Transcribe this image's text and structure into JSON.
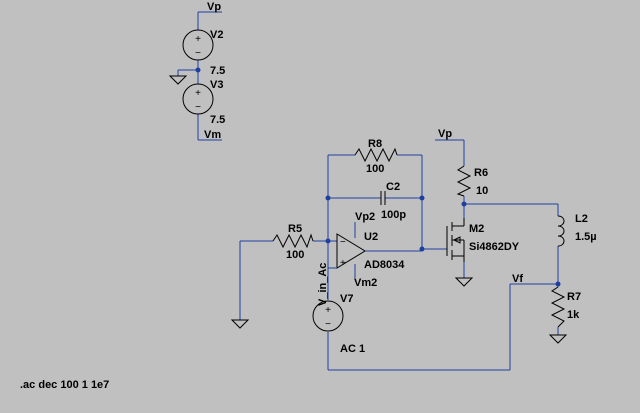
{
  "nets": {
    "vp": "Vp",
    "vm": "Vm",
    "vp2": "Vp2",
    "vm2": "Vm2",
    "vin": "V_in_Ac",
    "vf": "Vf"
  },
  "components": {
    "v2": {
      "ref": "V2",
      "value": "7.5"
    },
    "v3": {
      "ref": "V3",
      "value": "7.5"
    },
    "r8": {
      "ref": "R8",
      "value": "100"
    },
    "c2": {
      "ref": "C2",
      "value": "100p"
    },
    "r5": {
      "ref": "R5",
      "value": "100"
    },
    "u2": {
      "ref": "U2",
      "value": "AD8034"
    },
    "m2": {
      "ref": "M2",
      "value": "Si4862DY"
    },
    "r6": {
      "ref": "R6",
      "value": "10"
    },
    "l2": {
      "ref": "L2",
      "value": "1.5µ"
    },
    "r7": {
      "ref": "R7",
      "value": "1k"
    },
    "v7": {
      "ref": "V7",
      "value": "AC 1"
    }
  },
  "symbols": {
    "plus": "+",
    "minus": "−"
  },
  "directive": ".ac dec 100 1 1e7"
}
